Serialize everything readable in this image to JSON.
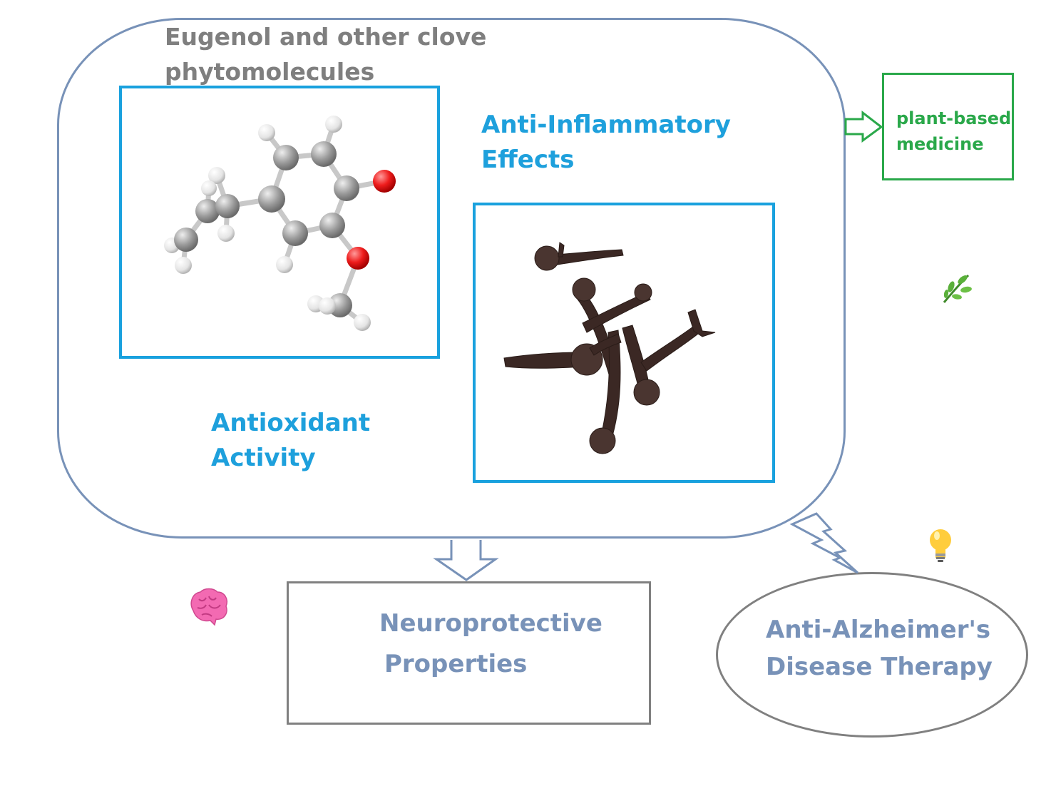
{
  "title": "Eugenol and other clove phytomolecules",
  "labels": {
    "anti_inflammatory": "Anti-Inflammatory Effects",
    "antioxidant": "Antioxidant Activity",
    "plant_based": "plant-based medicine",
    "neuro_line1": "Neuroprotective",
    "neuro_line2": "Properties",
    "alzheimer": "Anti-Alzheimer's Disease Therapy"
  },
  "icons": [
    "herb-icon",
    "light-bulb-icon",
    "brain-icon",
    "eugenol-molecule-image",
    "cloves-image"
  ],
  "colors": {
    "outline_blue": "#7892b8",
    "frame_blue": "#19a1de",
    "label_blue": "#1ea0dc",
    "green": "#2aa84a",
    "gray": "#808080",
    "title_gray": "#7f7f7f"
  }
}
